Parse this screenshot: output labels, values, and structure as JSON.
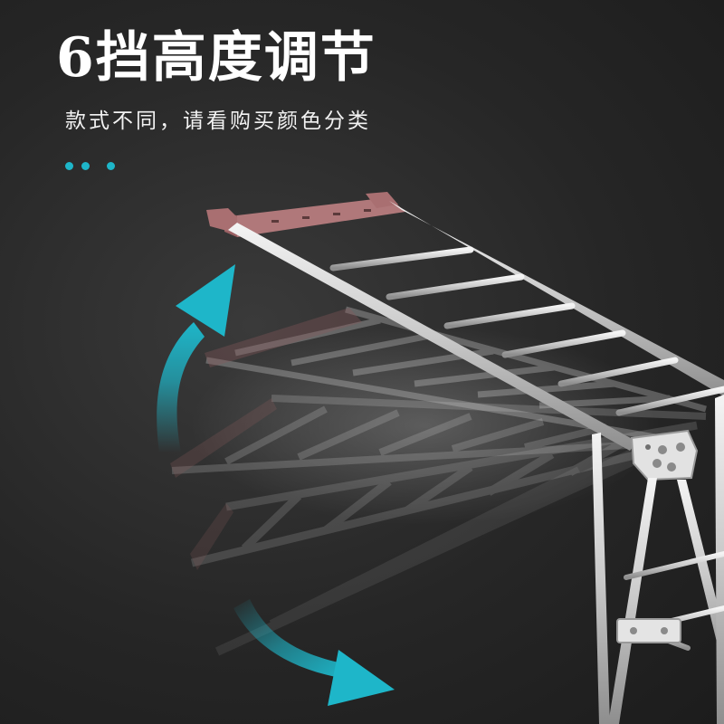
{
  "headline": "6挡高度调节",
  "subline": "款式不同，请看购买颜色分类",
  "accent_color": "#1eb6c9",
  "decoration": {
    "dot_count": 3,
    "icons": [
      "up-arrow-icon",
      "down-arrow-icon"
    ]
  },
  "product": {
    "type": "folding-clothes-drying-rack",
    "colors": {
      "frame": "#d4d4d4",
      "end_cap": "#b0787a",
      "background": "#262626"
    },
    "height_levels": 6
  }
}
